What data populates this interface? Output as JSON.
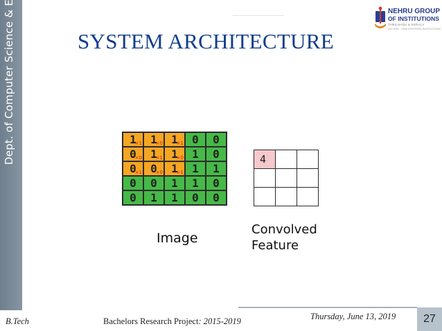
{
  "sidebar": {
    "text": "Dept. of Computer Science & Engg"
  },
  "logo": {
    "line1": "NEHRU GROUP",
    "line2": "OF INSTITUTIONS",
    "line3": "TAMILNADU & KERALA",
    "line4": "ISO 9001 : 2008 CERTIFIED INSTITUTIONS"
  },
  "slide": {
    "title": "SYSTEM ARCHITECTURE"
  },
  "figure": {
    "image_grid": [
      [
        {
          "v": "1",
          "w": "×1",
          "hi": true
        },
        {
          "v": "1",
          "w": "×0",
          "hi": true
        },
        {
          "v": "1",
          "w": "×1",
          "hi": true
        },
        {
          "v": "0",
          "w": "",
          "hi": false
        },
        {
          "v": "0",
          "w": "",
          "hi": false
        }
      ],
      [
        {
          "v": "0",
          "w": "×0",
          "hi": true
        },
        {
          "v": "1",
          "w": "×1",
          "hi": true
        },
        {
          "v": "1",
          "w": "×0",
          "hi": true
        },
        {
          "v": "1",
          "w": "",
          "hi": false
        },
        {
          "v": "0",
          "w": "",
          "hi": false
        }
      ],
      [
        {
          "v": "0",
          "w": "×1",
          "hi": true
        },
        {
          "v": "0",
          "w": "×0",
          "hi": true
        },
        {
          "v": "1",
          "w": "×1",
          "hi": true
        },
        {
          "v": "1",
          "w": "",
          "hi": false
        },
        {
          "v": "1",
          "w": "",
          "hi": false
        }
      ],
      [
        {
          "v": "0",
          "w": "",
          "hi": false
        },
        {
          "v": "0",
          "w": "",
          "hi": false
        },
        {
          "v": "1",
          "w": "",
          "hi": false
        },
        {
          "v": "1",
          "w": "",
          "hi": false
        },
        {
          "v": "0",
          "w": "",
          "hi": false
        }
      ],
      [
        {
          "v": "0",
          "w": "",
          "hi": false
        },
        {
          "v": "1",
          "w": "",
          "hi": false
        },
        {
          "v": "1",
          "w": "",
          "hi": false
        },
        {
          "v": "0",
          "w": "",
          "hi": false
        },
        {
          "v": "0",
          "w": "",
          "hi": false
        }
      ]
    ],
    "feature_grid": [
      [
        "4",
        "",
        ""
      ],
      [
        "",
        "",
        ""
      ],
      [
        "",
        "",
        ""
      ]
    ],
    "image_caption": "Image",
    "feature_caption_line1": "Convolved",
    "feature_caption_line2": "Feature",
    "colors": {
      "kernel": "#f5a623",
      "image": "#46b948",
      "feature_filled": "#f6c9cc",
      "weight_text": "#d81b1b"
    }
  },
  "footer": {
    "degree": "B.Tech",
    "project_label": "Bachelors Research Project",
    "project_years": ": 2015-2019",
    "date": "Thursday, June 13, 2019",
    "page": "27"
  }
}
